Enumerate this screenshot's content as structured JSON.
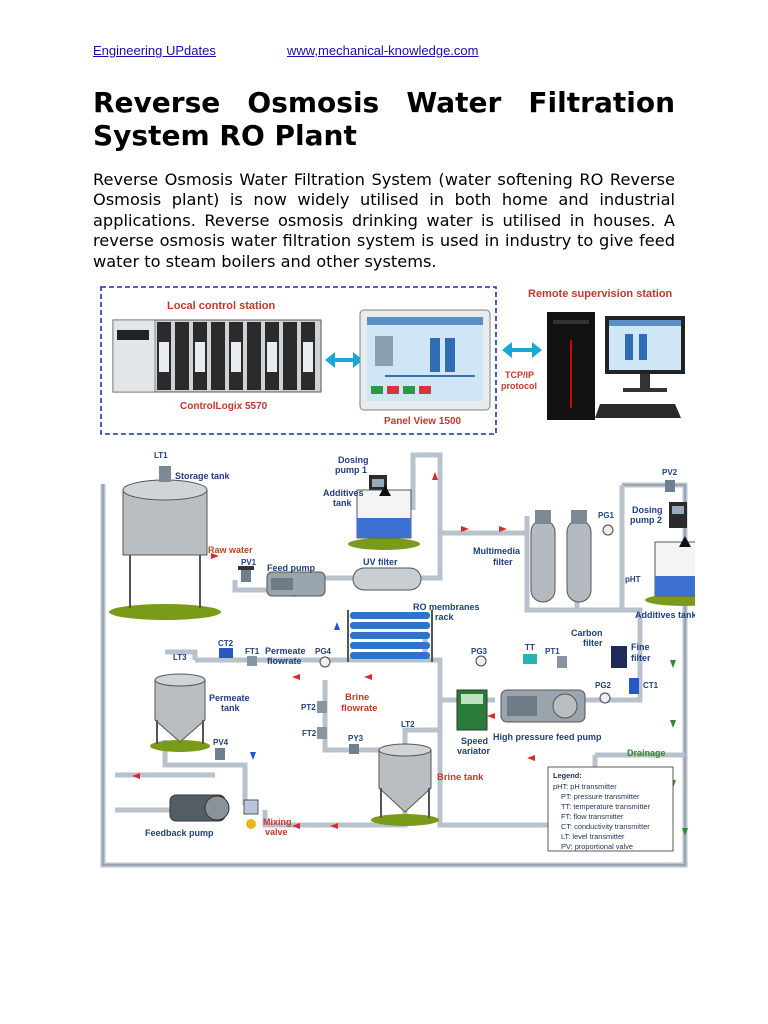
{
  "header": {
    "left_link": "Engineering UPdates",
    "right_link": "www,mechanical-knowledge.com"
  },
  "article": {
    "title": "Reverse Osmosis Water Filtration System RO Plant",
    "intro": "Reverse Osmosis Water Filtration System (water softening RO Reverse Osmosis plant) is now widely utilised in both home and industrial applications. Reverse osmosis drinking water is utilised in houses. A reverse osmosis water filtration system is used in industry to give feed water to steam boilers and other systems."
  },
  "figure": {
    "top": {
      "local_station": "Local control station",
      "remote_station": "Remote supervision station",
      "plc": "ControlLogix 5570",
      "panel": "Panel View 1500",
      "protocol_line1": "TCP/IP",
      "protocol_line2": "protocol"
    },
    "components": {
      "lt1": "LT1",
      "storage_tank": "Storage tank",
      "raw_water": "Raw water",
      "pv1": "PV1",
      "feed_pump": "Feed pump",
      "dosing_pump_1_l1": "Dosing",
      "dosing_pump_1_l2": "pump 1",
      "additives_tank_l1": "Additives",
      "additives_tank_l2": "tank",
      "uv_filter": "UV filter",
      "multimedia_l1": "Multimedia",
      "multimedia_l2": "filter",
      "pg1": "PG1",
      "pv2": "PV2",
      "dosing_pump_2_l1": "Dosing",
      "dosing_pump_2_l2": "pump 2",
      "pht": "pHT",
      "additives_tank_2": "Additives tank",
      "ro_rack_l1": "RO membranes",
      "ro_rack_l2": "rack",
      "carbon_l1": "Carbon",
      "carbon_l2": "filter",
      "fine_l1": "Fine",
      "fine_l2": "filter",
      "ct1": "CT1",
      "pg2": "PG2",
      "lt3": "LT3",
      "ct2": "CT2",
      "ft1": "FT1",
      "permeate_flow_l1": "Permeate",
      "permeate_flow_l2": "flowrate",
      "pg4": "PG4",
      "pg3": "PG3",
      "tt": "TT",
      "pt1": "PT1",
      "permeate_tank_l1": "Permeate",
      "permeate_tank_l2": "tank",
      "pt2": "PT2",
      "brine_flow_l1": "Brine",
      "brine_flow_l2": "flowrate",
      "ft2": "FT2",
      "py3": "PY3",
      "lt2": "LT2",
      "pv4": "PV4",
      "speed_l1": "Speed",
      "speed_l2": "variator",
      "hp_pump": "High pressure feed pump",
      "drainage": "Drainage",
      "brine_tank": "Brine tank",
      "feedback_pump": "Feedback pump",
      "mixing_l1": "Mixing",
      "mixing_l2": "valve"
    },
    "legend": {
      "title": "Legend:",
      "items": [
        "pHT: pH transmitter",
        "PT: pressure transmitter",
        "TT: temperature transmitter",
        "FT: flow transmitter",
        "CT: conductivity transmitter",
        "LT: level transmitter",
        "PV: proportional valve"
      ]
    }
  }
}
